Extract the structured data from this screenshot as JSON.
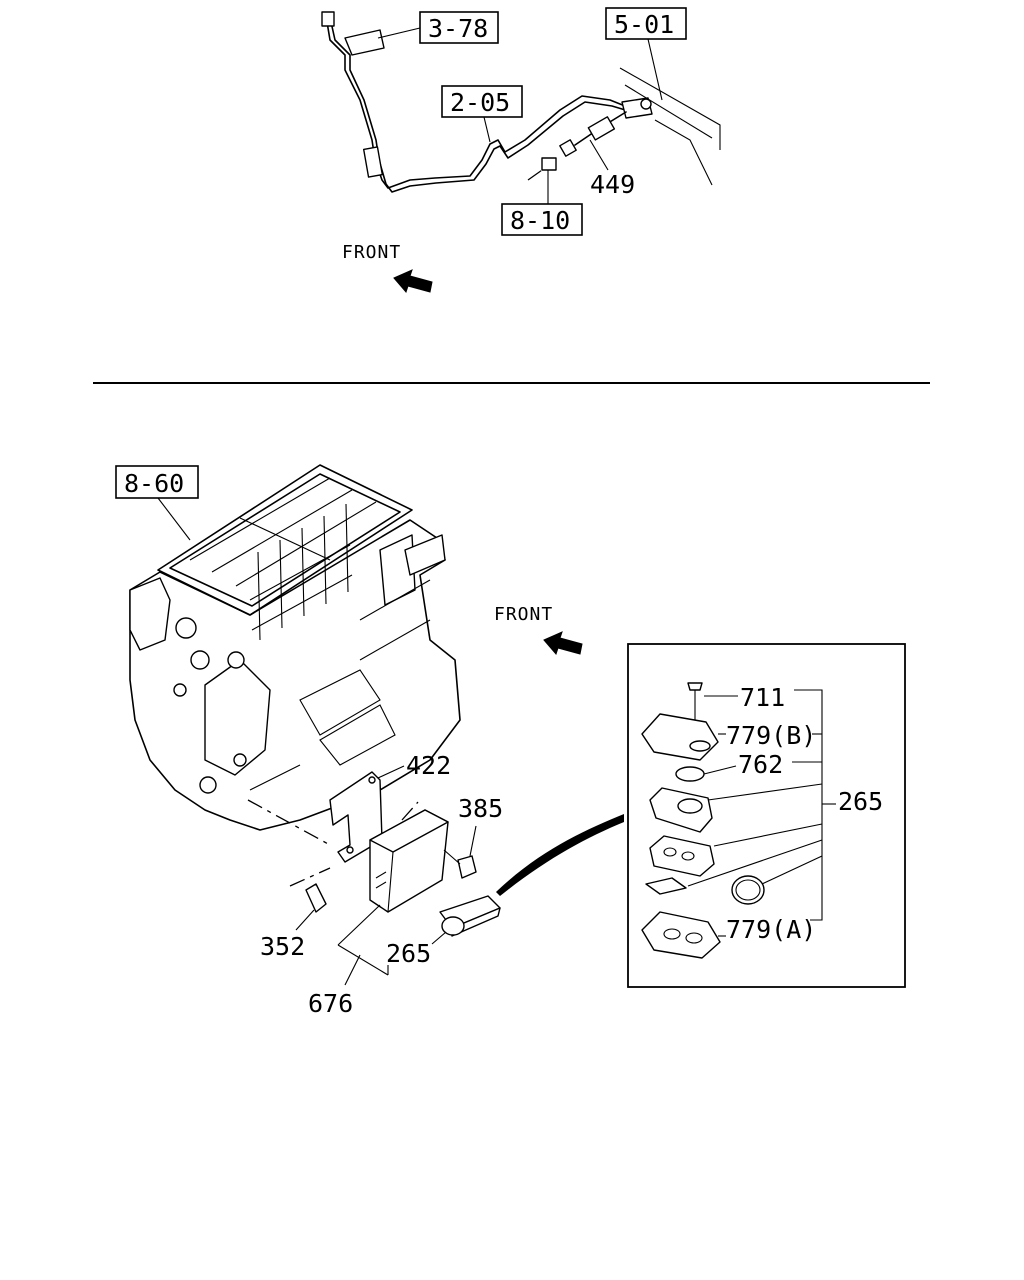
{
  "references": {
    "ref_3_78": "3-78",
    "ref_2_05": "2-05",
    "ref_5_01": "5-01",
    "ref_8_10": "8-10",
    "ref_8_60": "8-60"
  },
  "callouts": {
    "p449": "449",
    "p422": "422",
    "p385": "385",
    "p352": "352",
    "p265_lower": "265",
    "p676": "676",
    "p711": "711",
    "p779b": "779(B)",
    "p762": "762",
    "p265_group": "265",
    "p779a": "779(A)"
  },
  "direction": {
    "top_front": "FRONT",
    "middle_front": "FRONT"
  },
  "colors": {
    "ink": "#000000",
    "paper": "#ffffff"
  }
}
